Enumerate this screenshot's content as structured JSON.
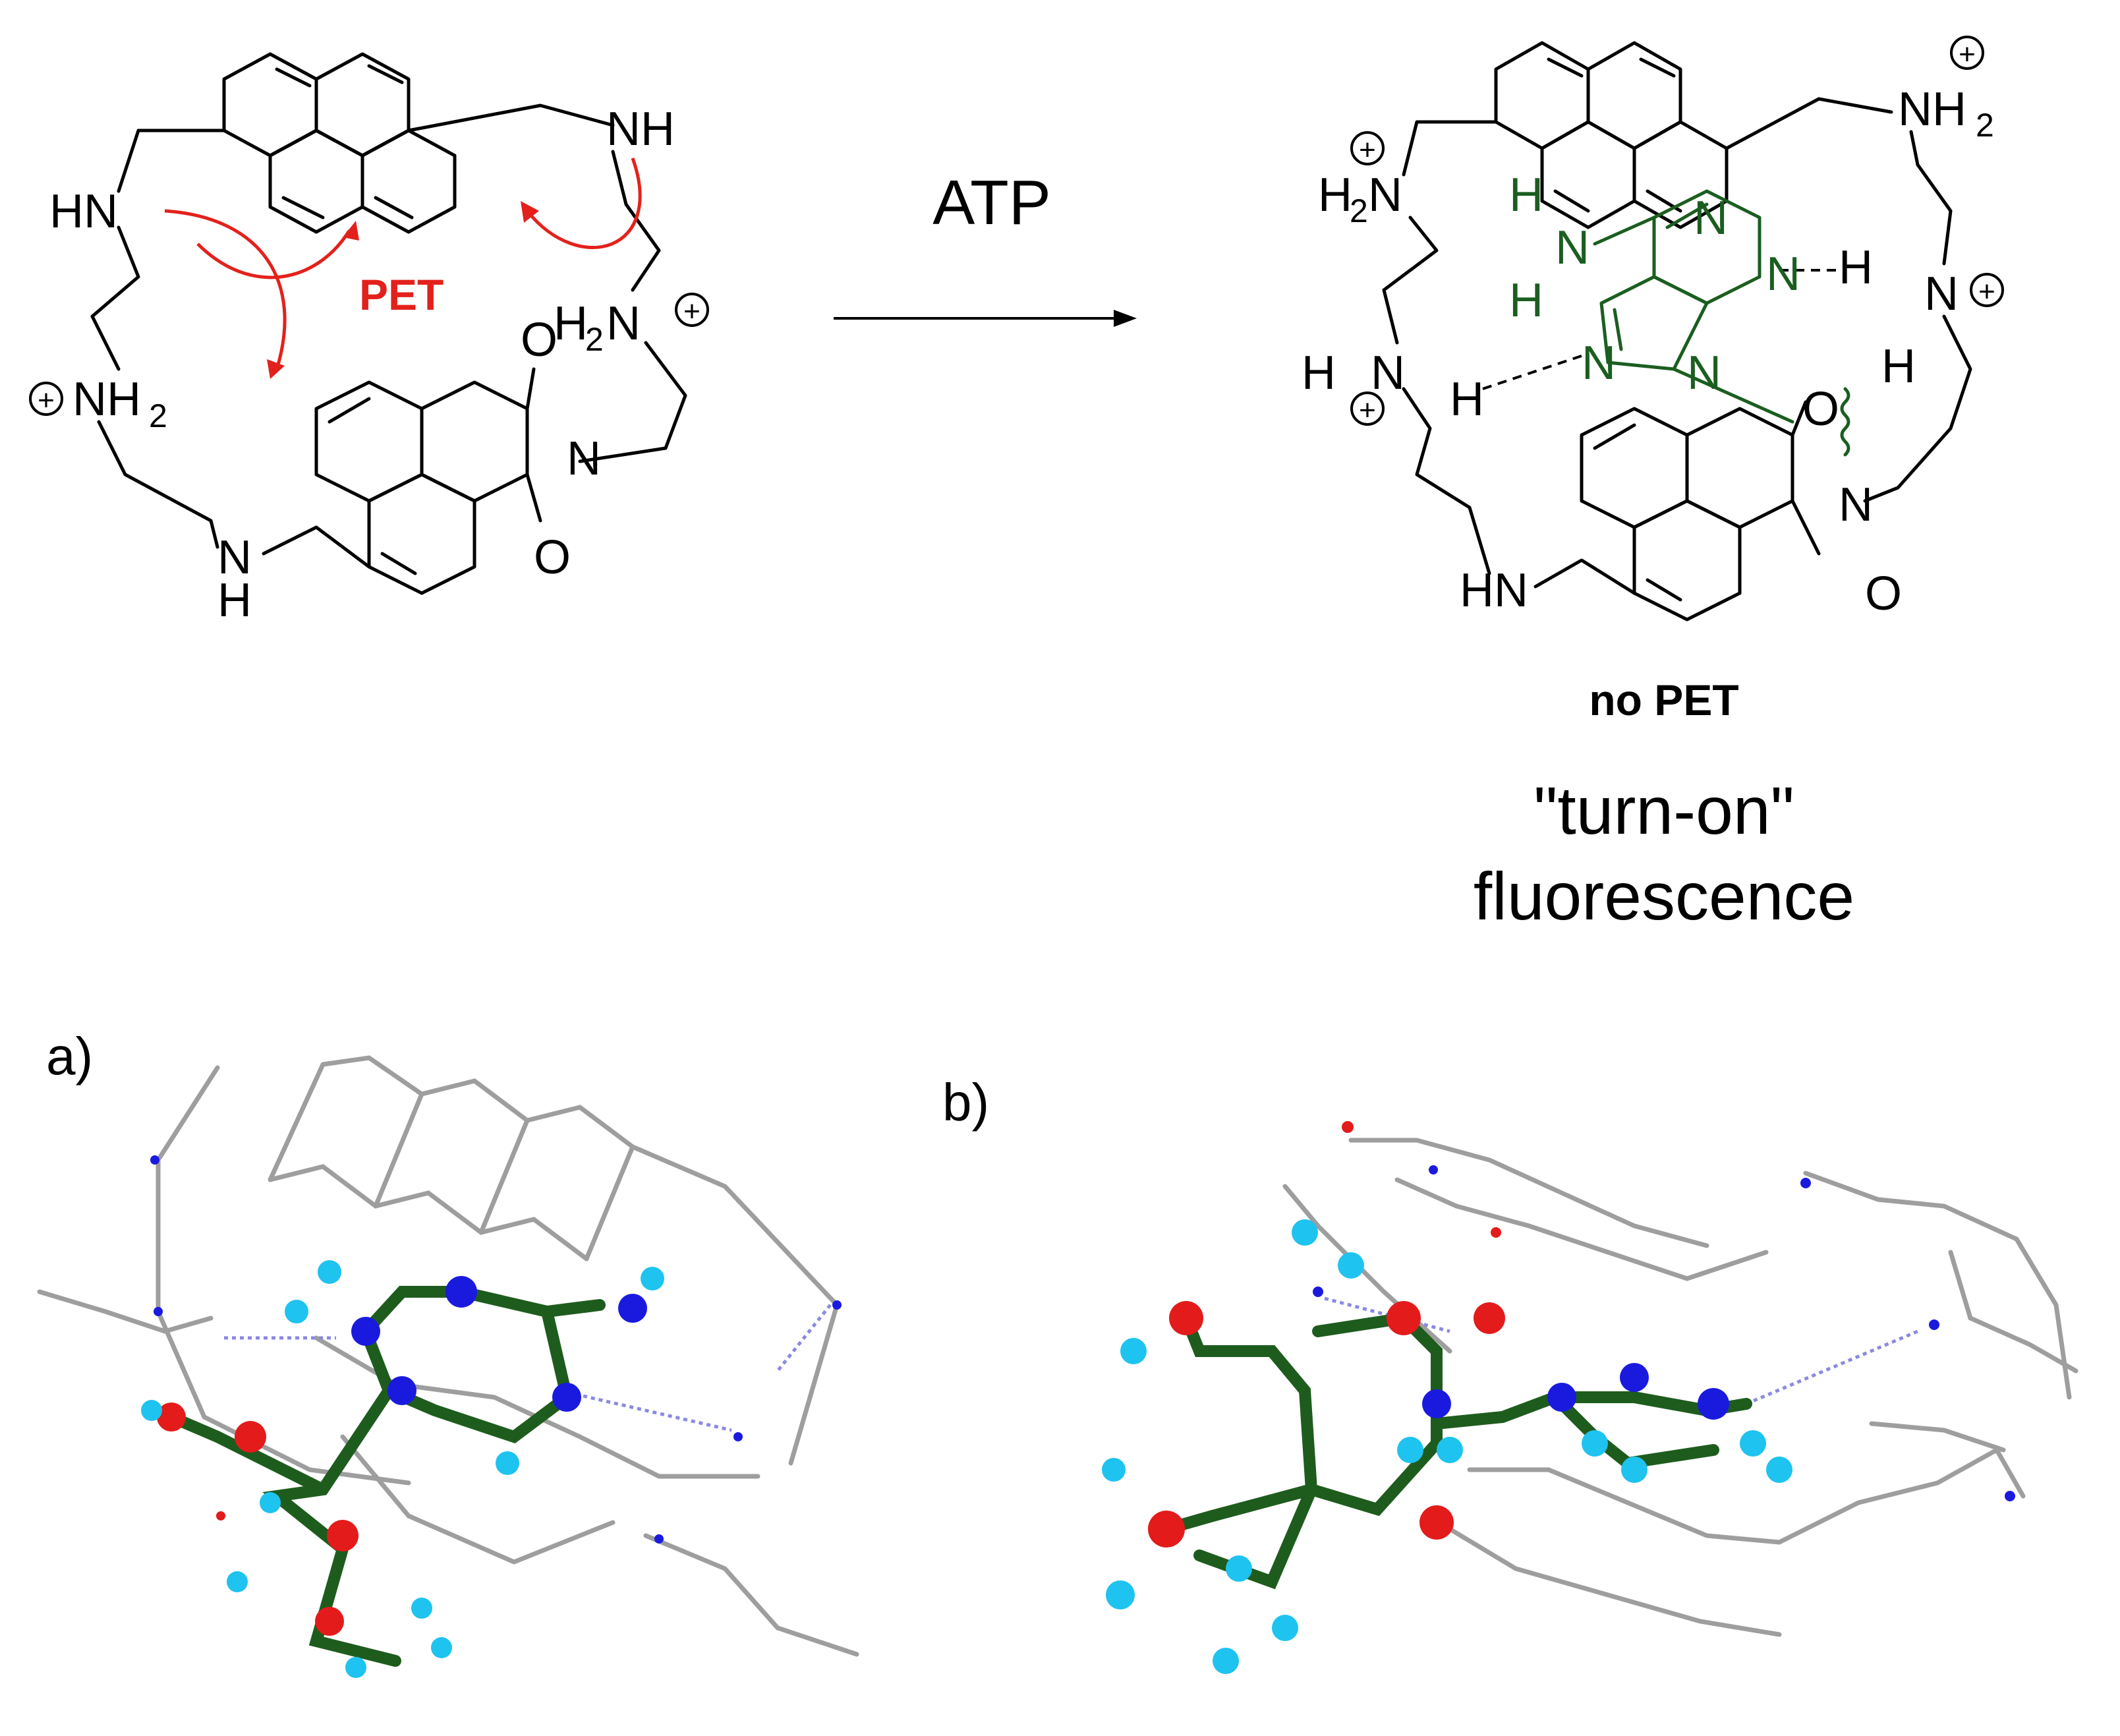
{
  "scheme": {
    "arrow_label": "ATP",
    "left_labels": {
      "pet": "PET",
      "hn": "HN",
      "nh_top": "NH",
      "nh2_left": "NH",
      "nh2_left_sub": "2",
      "h2n": "H",
      "h2n_sub": "2",
      "h2n_n": "N",
      "o_top": "O",
      "o_bot": "O",
      "n_imide": "N",
      "nh_bottom_n": "N",
      "nh_bottom_h": "H",
      "plus": "+"
    },
    "right_labels": {
      "h2n_left": "H",
      "h2n_left_sub": "2",
      "h2n_left_n": "N",
      "nh2_right": "NH",
      "nh2_right_sub": "2",
      "h_n_h_left_h": "H",
      "h_n_h_left_n": "N",
      "h_n_h_left_h2": "H",
      "n_right": "N",
      "h_right1": "H",
      "h_right2": "H",
      "hn_bottom": "HN",
      "o_top": "O",
      "o_bot": "O",
      "n_imide": "N",
      "plus": "+"
    },
    "adenine_labels": {
      "h1": "H",
      "n_amine": "N",
      "h2": "H",
      "n1": "N",
      "n3": "N",
      "n7": "N",
      "n9": "N",
      "h_link": "H"
    },
    "no_pet": "no PET",
    "turn_on_line1": "\"turn-on\"",
    "turn_on_line2": "fluorescence"
  },
  "panels": {
    "a_label": "a)",
    "b_label": "b)"
  },
  "colors": {
    "pet_red": "#e3211c",
    "adenine_green": "#1b5e20",
    "carbon_green": "#1e5c1e",
    "oxygen_red": "#e31b1b",
    "nitrogen_blue": "#1a1adf",
    "hydrogen_cyan": "#1ec3ef",
    "wire_grey": "#9e9e9e"
  }
}
